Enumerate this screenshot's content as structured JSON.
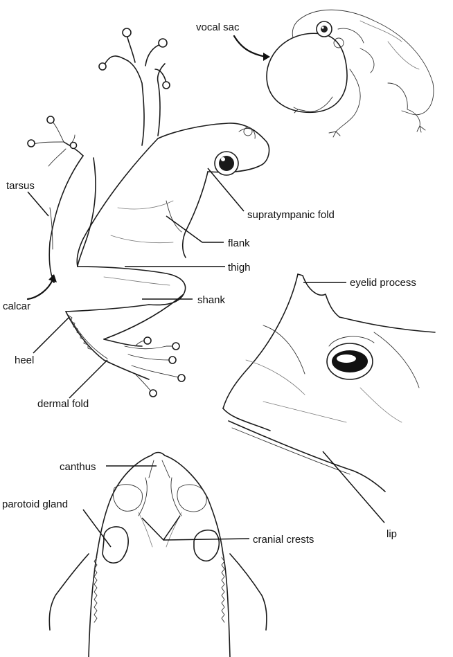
{
  "labels": {
    "vocal_sac": "vocal sac",
    "tarsus": "tarsus",
    "supratympanic_fold": "supratympanic fold",
    "flank": "flank",
    "thigh": "thigh",
    "calcar": "calcar",
    "shank": "shank",
    "eyelid_process": "eyelid process",
    "heel": "heel",
    "dermal_fold": "dermal fold",
    "canthus": "canthus",
    "parotoid_gland": "parotoid gland",
    "cranial_crests": "cranial crests",
    "lip": "lip"
  }
}
